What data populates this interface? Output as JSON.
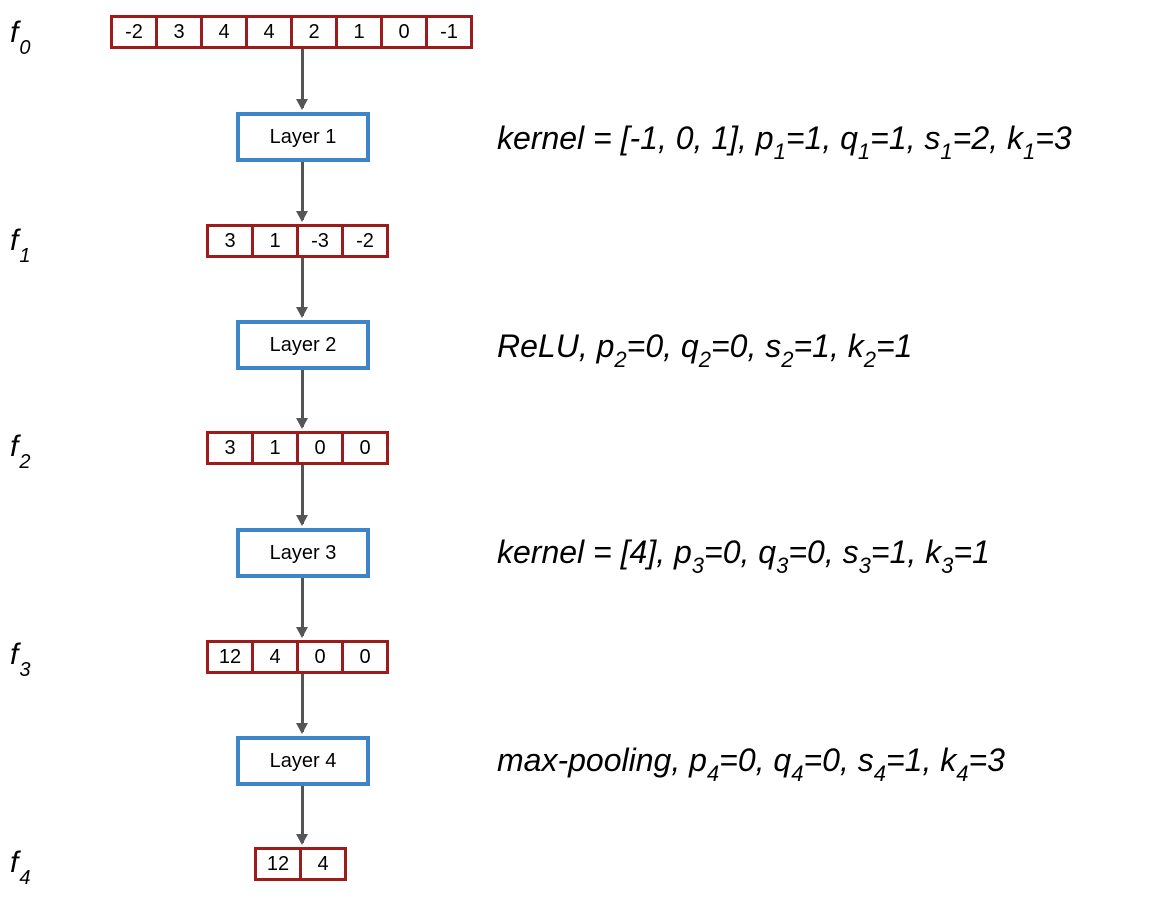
{
  "features": [
    {
      "name": "f",
      "sub": "0",
      "values": [
        "-2",
        "3",
        "4",
        "4",
        "2",
        "1",
        "0",
        "-1"
      ]
    },
    {
      "name": "f",
      "sub": "1",
      "values": [
        "3",
        "1",
        "-3",
        "-2"
      ]
    },
    {
      "name": "f",
      "sub": "2",
      "values": [
        "3",
        "1",
        "0",
        "0"
      ]
    },
    {
      "name": "f",
      "sub": "3",
      "values": [
        "12",
        "4",
        "0",
        "0"
      ]
    },
    {
      "name": "f",
      "sub": "4",
      "values": [
        "12",
        "4"
      ]
    }
  ],
  "layers": [
    {
      "label": "Layer 1",
      "params": [
        {
          "t": "kernel = [-1, 0, 1], p"
        },
        {
          "s": "1"
        },
        {
          "t": "=1, q"
        },
        {
          "s": "1"
        },
        {
          "t": "=1, s"
        },
        {
          "s": "1"
        },
        {
          "t": "=2, k"
        },
        {
          "s": "1"
        },
        {
          "t": "=3"
        }
      ]
    },
    {
      "label": "Layer 2",
      "params": [
        {
          "t": "ReLU, p"
        },
        {
          "s": "2"
        },
        {
          "t": "=0, q"
        },
        {
          "s": "2"
        },
        {
          "t": "=0, s"
        },
        {
          "s": "2"
        },
        {
          "t": "=1, k"
        },
        {
          "s": "2"
        },
        {
          "t": "=1"
        }
      ]
    },
    {
      "label": "Layer 3",
      "params": [
        {
          "t": "kernel = [4], p"
        },
        {
          "s": "3"
        },
        {
          "t": "=0, q"
        },
        {
          "s": "3"
        },
        {
          "t": "=0, s"
        },
        {
          "s": "3"
        },
        {
          "t": "=1, k"
        },
        {
          "s": "3"
        },
        {
          "t": "=1"
        }
      ]
    },
    {
      "label": "Layer 4",
      "params": [
        {
          "t": "max-pooling, p"
        },
        {
          "s": "4"
        },
        {
          "t": "=0, q"
        },
        {
          "s": "4"
        },
        {
          "t": "=0, s"
        },
        {
          "s": "4"
        },
        {
          "t": "=1, k"
        },
        {
          "s": "4"
        },
        {
          "t": "=3"
        }
      ]
    }
  ],
  "colors": {
    "cell_border": "#9e1b1b",
    "layer_border": "#3d85c6",
    "arrow": "#555555"
  }
}
